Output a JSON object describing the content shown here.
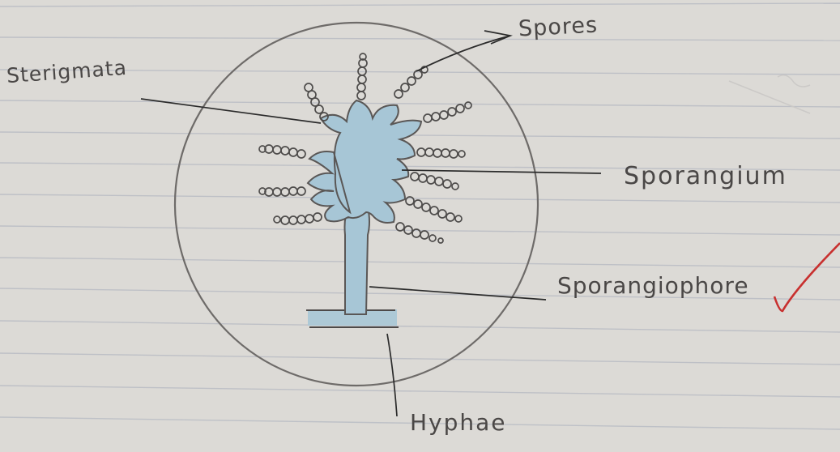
{
  "labels": {
    "sterigmata": "Sterigmata",
    "spores": "Spores",
    "sporangium": "Sporangium",
    "sporangiophore": "Sporangiophore",
    "hyphae": "Hyphae"
  },
  "colors": {
    "paper": "#dcdad6",
    "ruled_line": "#b9bcc4",
    "pencil": "#6e6b69",
    "ink": "#2b2b2b",
    "wash_blue": "#a7c6d6",
    "tick_red": "#c8302f"
  }
}
